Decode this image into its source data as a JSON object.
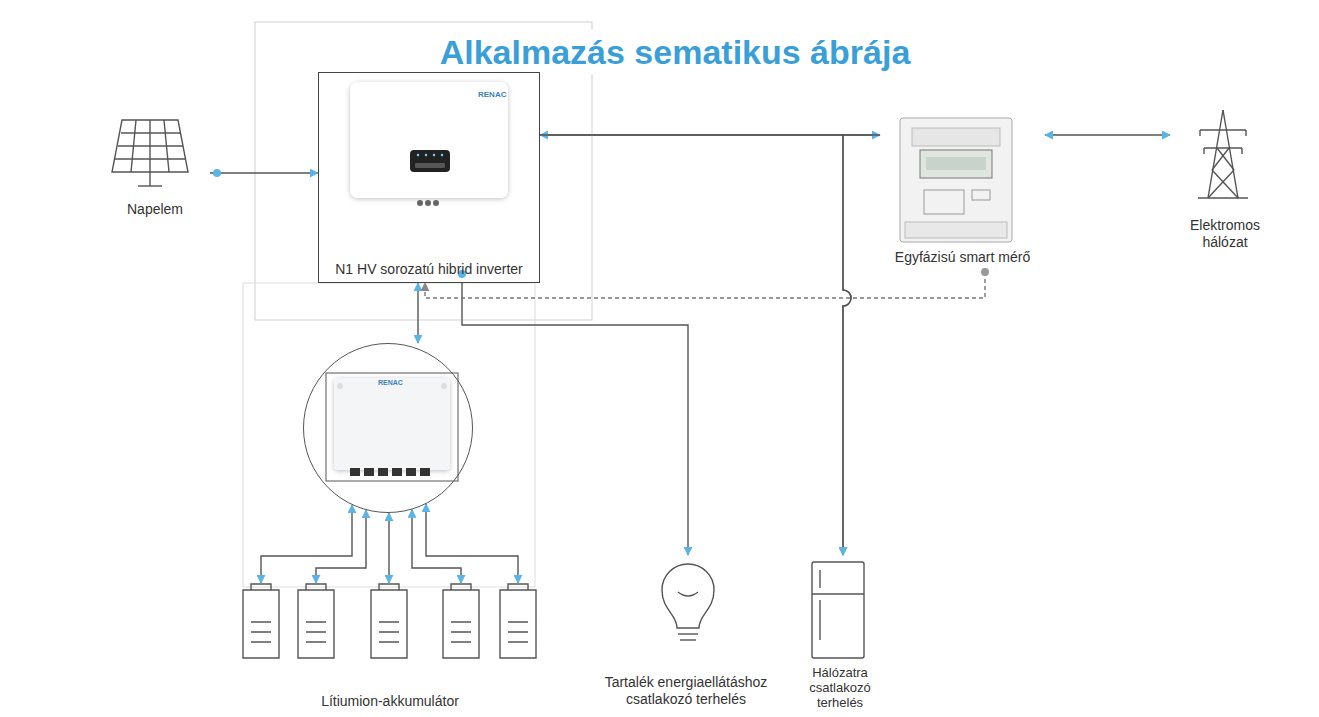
{
  "diagram": {
    "title": "Alkalmazás sematikus ábrája",
    "nodes": [
      {
        "text": [
          "Napelem"
        ]
      },
      {
        "text": [
          "N1 HV sorozatú hibrid inverter"
        ]
      },
      {
        "text": [
          "RENAC"
        ]
      },
      {
        "text": [
          "Lítiumion-akkumulátor"
        ]
      },
      {
        "text": [
          "Tartalék energiaellátáshoz csatlakozó terhelés"
        ]
      },
      {
        "text": [
          "Hálózatra csatlakozó terhelés"
        ]
      },
      {
        "text": [
          "Egyfázisú smart mérő"
        ]
      },
      {
        "text": [
          "Elektromos hálózat"
        ]
      }
    ],
    "edges": [
      {
        "from": 0,
        "to": 1,
        "arrow": "to"
      },
      {
        "from": 1,
        "to": 6,
        "arrow": "both"
      },
      {
        "from": 6,
        "to": 7,
        "arrow": "both"
      },
      {
        "from": 1,
        "to": 2,
        "arrow": "both"
      },
      {
        "from": 2,
        "to": 3,
        "arrow": "both"
      },
      {
        "from": 1,
        "to": 4,
        "arrow": "to"
      },
      {
        "from": 1,
        "to": 5,
        "arrow": "to"
      },
      {
        "from": 6,
        "to": 5,
        "arrow": "to"
      },
      {
        "from": 6,
        "to": 1,
        "arrow": "to"
      }
    ],
    "labels": [
      "RENAC"
    ]
  }
}
